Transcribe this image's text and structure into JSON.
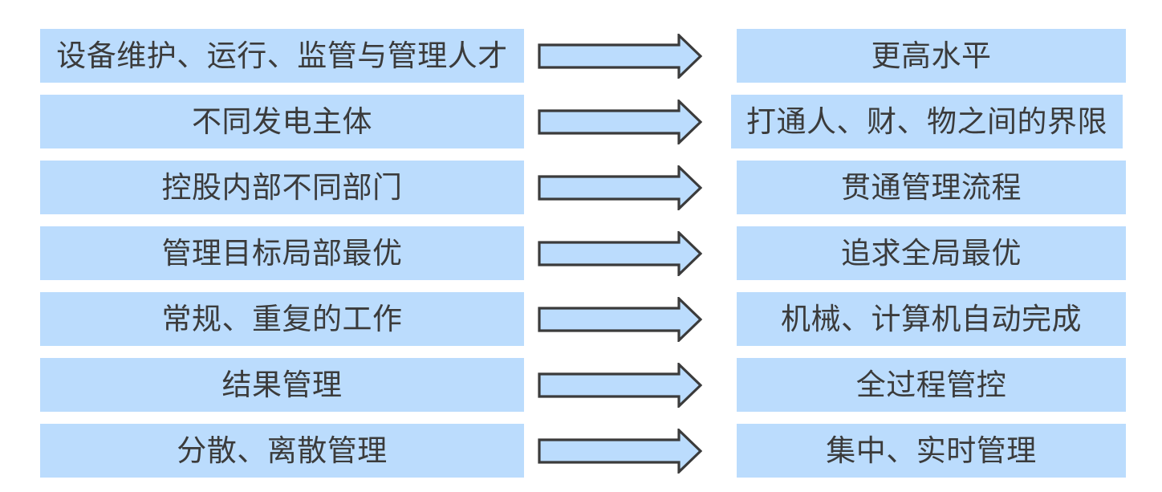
{
  "diagram": {
    "type": "comparison-transform",
    "title": "",
    "background_color": "#ffffff",
    "bar_fill_color": "#bbdcfd",
    "text_color": "#3b3b3b",
    "arrow_fill_color": "#bbdcfd",
    "arrow_stroke_color": "#3b3b3b",
    "arrow_icon_name": "right-block-arrow",
    "row_count": 7,
    "rows": [
      {
        "left": "设备维护、运行、监管与管理人才",
        "arrow": "→",
        "right": "更高水平"
      },
      {
        "left": "不同发电主体",
        "arrow": "→",
        "right": "打通人、财、物之间的界限"
      },
      {
        "left": "控股内部不同部门",
        "arrow": "→",
        "right": "贯通管理流程"
      },
      {
        "left": "管理目标局部最优",
        "arrow": "→",
        "right": "追求全局最优"
      },
      {
        "left": "常规、重复的工作",
        "arrow": "→",
        "right": "机械、计算机自动完成"
      },
      {
        "left": "结果管理",
        "arrow": "→",
        "right": "全过程管控"
      },
      {
        "left": "分散、离散管理",
        "arrow": "→",
        "right": "集中、实时管理"
      }
    ]
  }
}
